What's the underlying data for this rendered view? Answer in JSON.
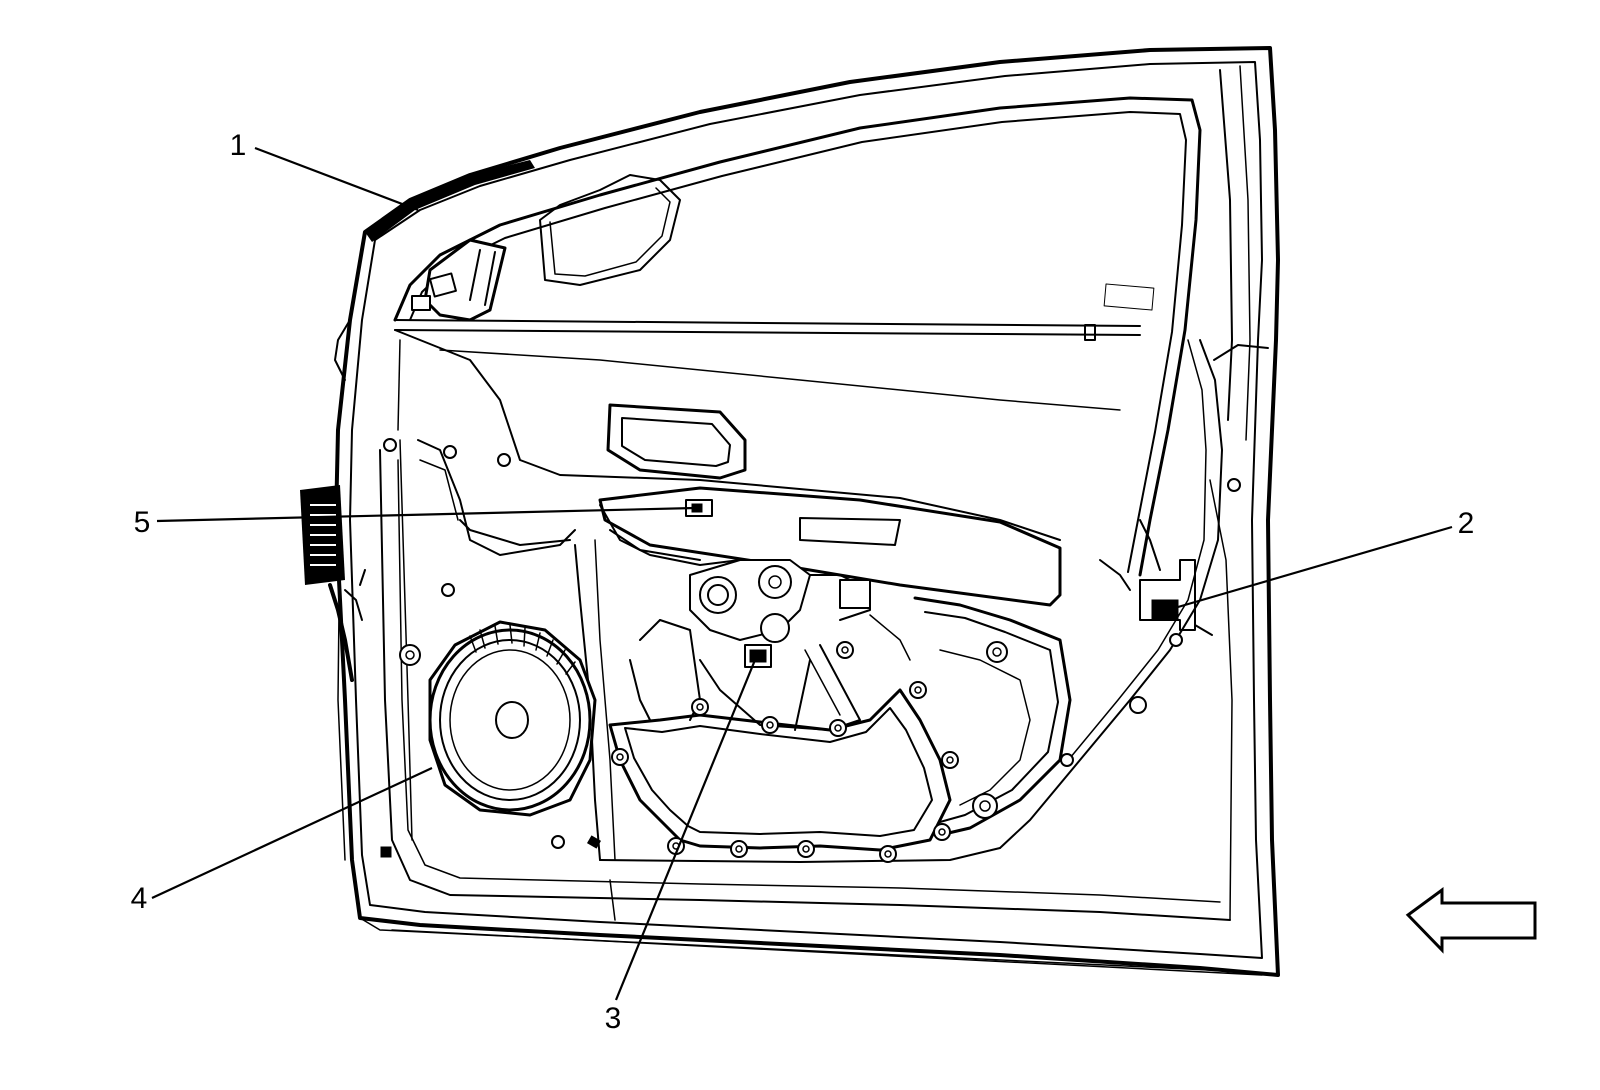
{
  "figure": {
    "type": "exploded-view-diagram",
    "subject": "front-door-inner-panel",
    "arrow_icon": "front-direction-arrow-icon"
  },
  "callouts": [
    {
      "number": "1"
    },
    {
      "number": "2"
    },
    {
      "number": "3"
    },
    {
      "number": "4"
    },
    {
      "number": "5"
    }
  ]
}
